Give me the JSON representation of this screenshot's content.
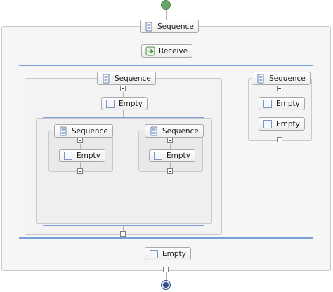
{
  "diagram": {
    "labels": {
      "sequence": "Sequence",
      "receive": "Receive",
      "empty": "Empty"
    },
    "colors": {
      "start_node": "#6aa36a",
      "end_node": "#2f4f86",
      "flow_bar": "#7a9fdb",
      "connector": "#b4b4b4"
    },
    "icons": {
      "sequence": "sequence-icon",
      "receive": "receive-icon",
      "empty": "empty-icon"
    }
  }
}
